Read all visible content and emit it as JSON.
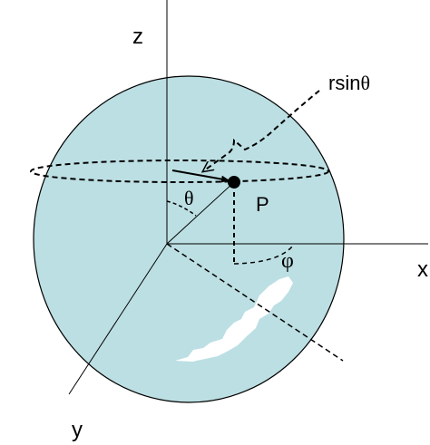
{
  "diagram": {
    "labels": {
      "z_axis": "z",
      "x_axis": "x",
      "y_axis": "y",
      "point": "P",
      "theta": "θ",
      "phi": "φ",
      "radius_projection_prefix": "rsin",
      "radius_projection_symbol": "θ"
    },
    "colors": {
      "sphere_fill": "#bcdfe3",
      "stroke": "#000000",
      "highlight": "#ffffff"
    }
  }
}
